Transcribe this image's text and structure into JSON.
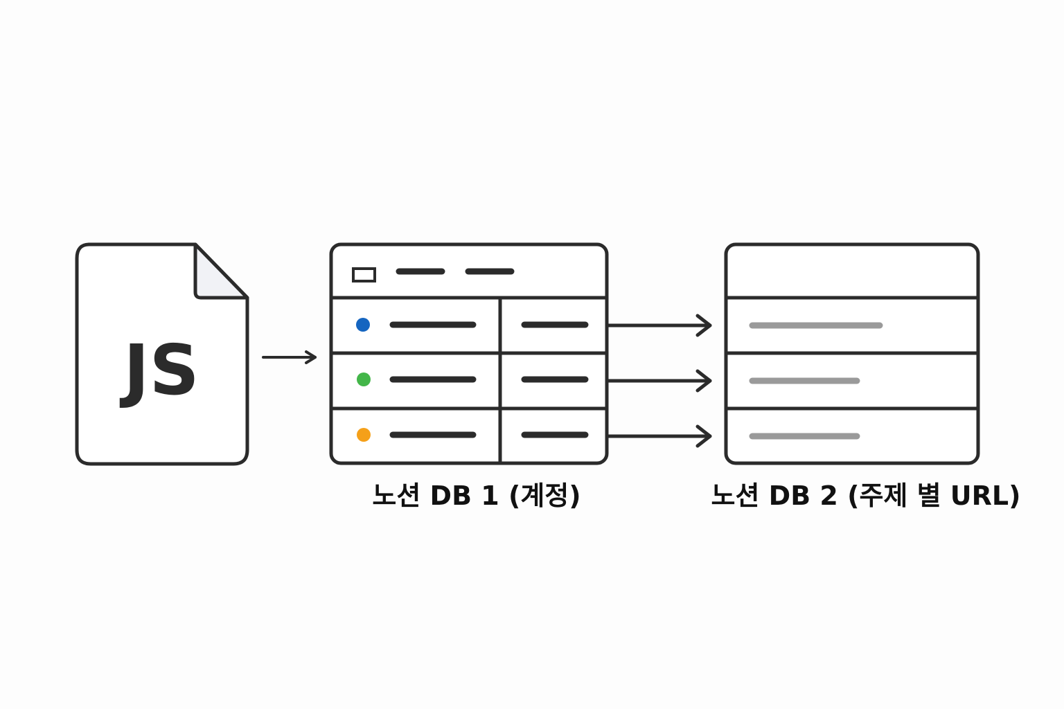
{
  "js_file": {
    "label": "JS",
    "icon": "javascript-file-icon"
  },
  "db1": {
    "caption": "노션 DB 1 (계정)",
    "icon": "database-table-icon",
    "row_dot_colors": [
      "#1565c0",
      "#43b649",
      "#f5a019"
    ]
  },
  "db2": {
    "caption": "노션 DB 2 (주제 별 URL)",
    "icon": "database-table-icon"
  },
  "colors": {
    "stroke": "#2b2b2b",
    "placeholder_dark": "#2b2b2b",
    "placeholder_light": "#9a9a9a",
    "page_fold": "#f1f2f6",
    "background": "#fdfdfd"
  }
}
